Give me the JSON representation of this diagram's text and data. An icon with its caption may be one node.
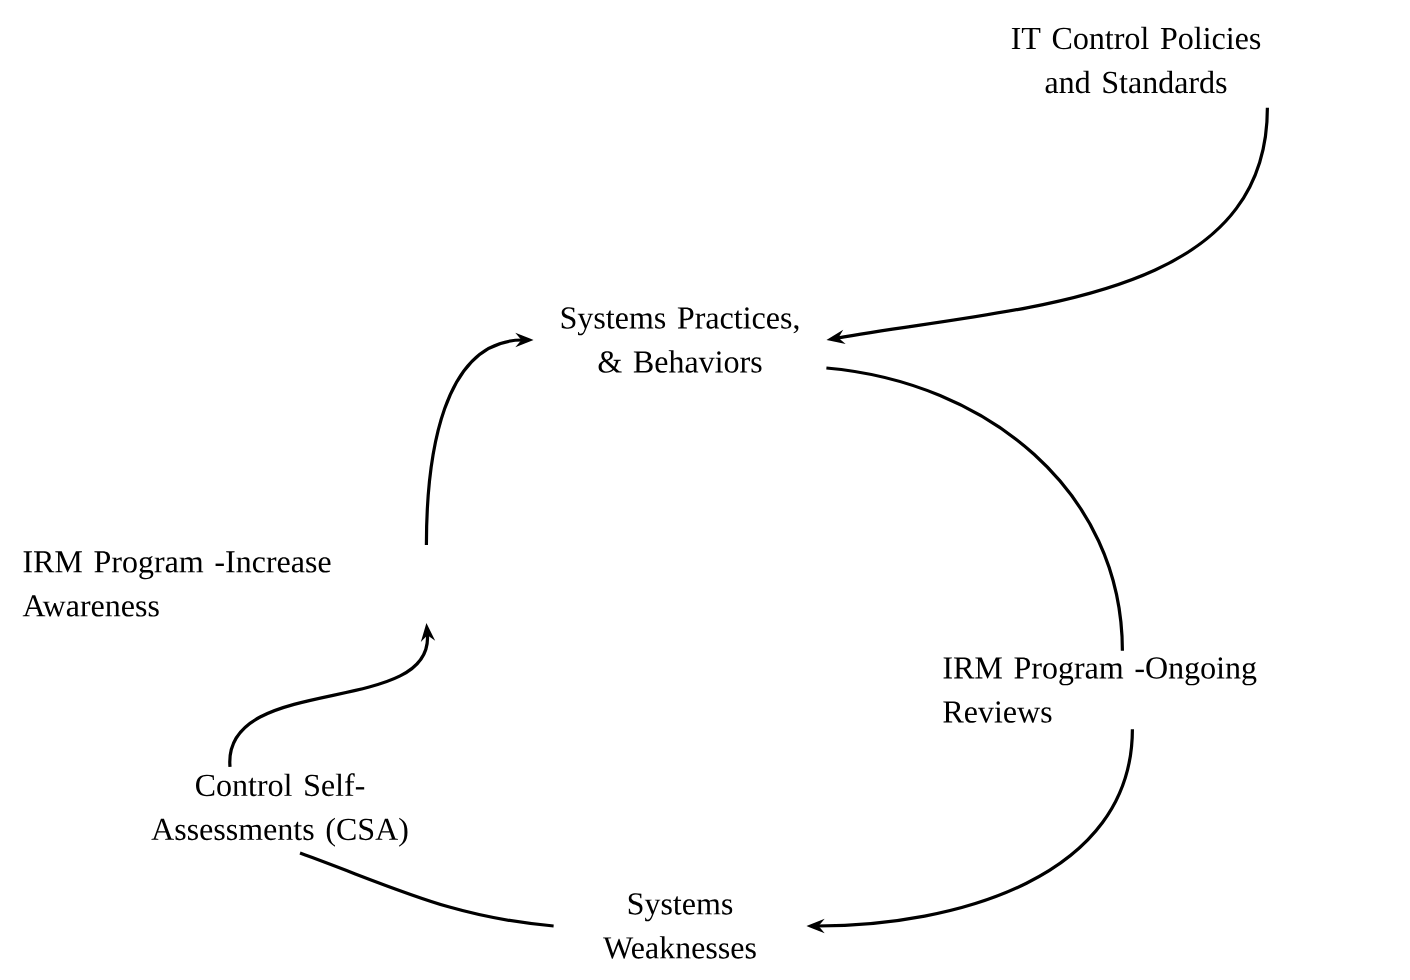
{
  "diagram": {
    "nodes": [
      {
        "text": [
          "IT Control Policies and Standards"
        ]
      },
      {
        "text": [
          "Systems Practices, & Behaviors"
        ]
      },
      {
        "text": [
          "IRM Program -Ongoing Reviews"
        ]
      },
      {
        "text": [
          "Systems Weaknesses"
        ]
      },
      {
        "text": [
          "Control Self-Assessments (CSA)"
        ]
      },
      {
        "text": [
          "IRM Program -Increase Awareness"
        ]
      }
    ],
    "edges": [
      {
        "from": 0,
        "to": 1,
        "arrow": "to"
      },
      {
        "from": 1,
        "to": 2,
        "arrow": "none"
      },
      {
        "from": 2,
        "to": 3,
        "arrow": "to"
      },
      {
        "from": 3,
        "to": 4,
        "arrow": "none"
      },
      {
        "from": 4,
        "to": 5,
        "arrow": "to"
      },
      {
        "from": 5,
        "to": 1,
        "arrow": "to"
      }
    ]
  }
}
